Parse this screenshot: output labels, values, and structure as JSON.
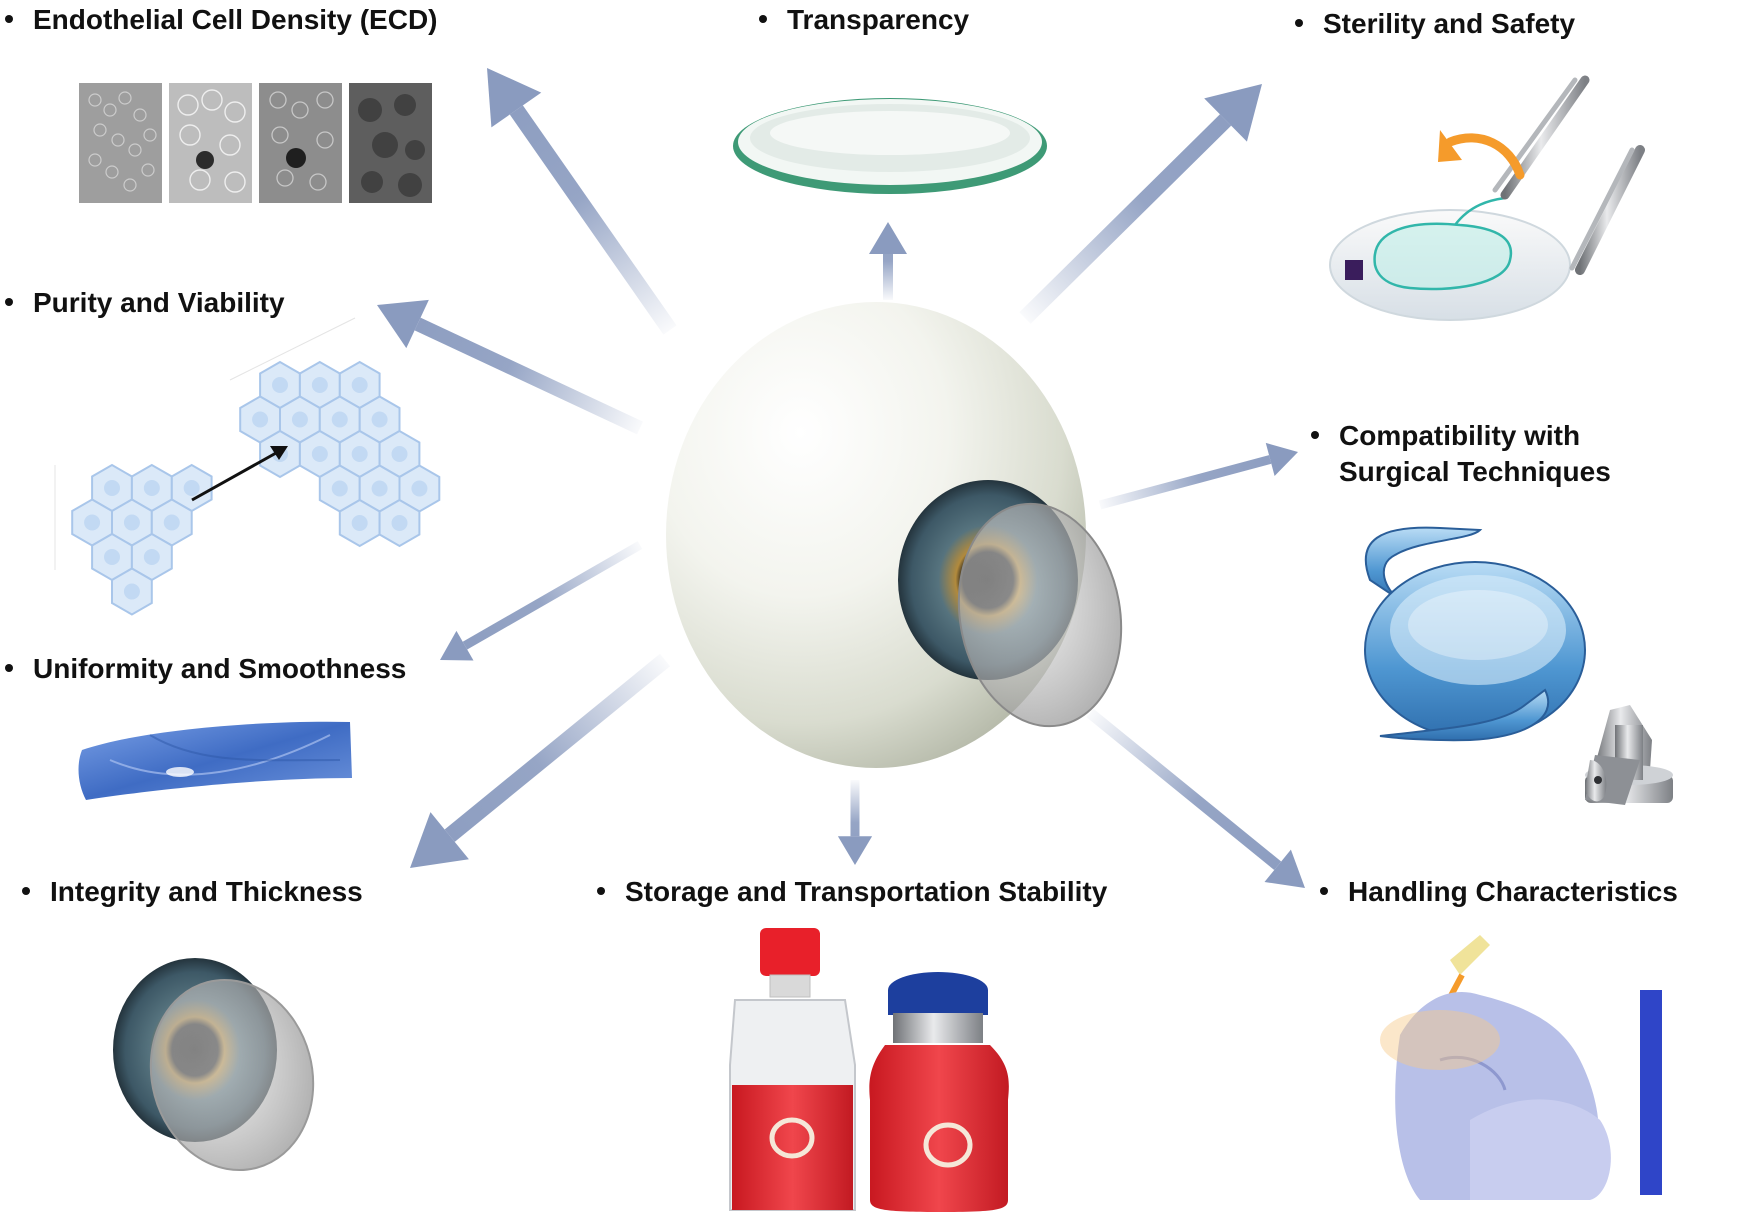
{
  "colors": {
    "arrow": "#8a9bbf",
    "text": "#111111",
    "eyeball": "#eceee6",
    "iris": "#3d5866",
    "cell_fill": "#dbe9f8",
    "cell_stroke": "#a9c6ea",
    "sheet_blue": "#4a76c9",
    "lens_blue": "#3c82c4",
    "cap_red": "#e8202a",
    "cap_blue": "#1d3f9e",
    "medium_red": "#e8343a",
    "glove": "#b8c0e8",
    "flame": "#f59b2b"
  },
  "labels": {
    "ecd": "Endothelial Cell Density (ECD)",
    "transparency": "Transparency",
    "sterility": "Sterility and Safety",
    "purity": "Purity and Viability",
    "compat_line1": "Compatibility with",
    "compat_line2": "Surgical Techniques",
    "uniformity": "Uniformity and Smoothness",
    "integrity": "Integrity and Thickness",
    "storage": "Storage and Transportation Stability",
    "handling": "Handling Characteristics"
  },
  "icons": [
    "eyeball-with-graft-icon",
    "specular-microscopy-images-icon",
    "watch-glass-lens-icon",
    "forceps-graft-icon",
    "hexagonal-cells-icon",
    "folded-sheet-icon",
    "intraocular-lens-icon",
    "injector-tips-icon",
    "iris-with-graft-icon",
    "culture-flask-icon",
    "culture-vial-icon",
    "gloved-hand-icon"
  ]
}
